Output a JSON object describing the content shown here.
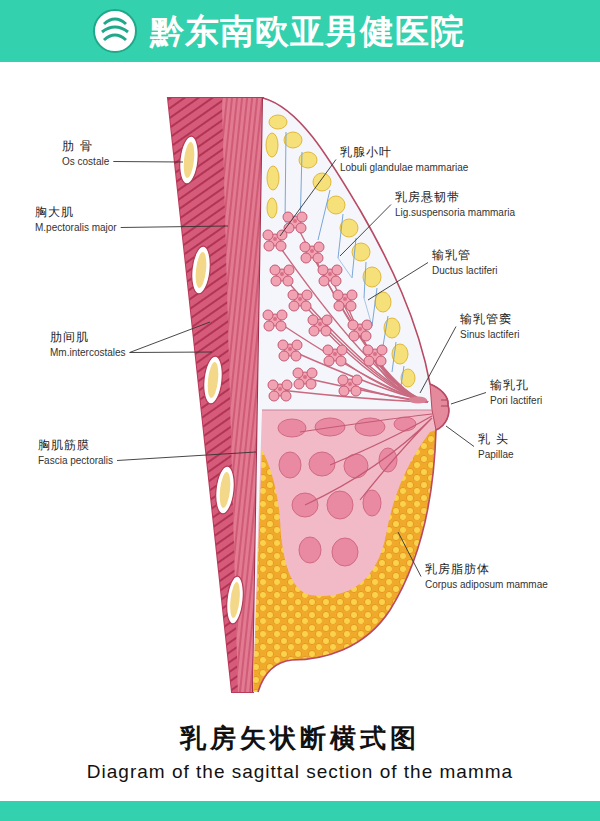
{
  "diagram": {
    "title": "乳房矢状断横式图",
    "caption": "Diagram of the sagittal section of the mamma",
    "nodes": [
      {
        "text": [
          "黔东南欧亚男健医院"
        ]
      }
    ],
    "labels": [
      "肋 骨",
      "Os costale",
      "胸大肌",
      "M.pectoralis major",
      "肋间肌",
      "Mm.intercostales",
      "胸肌筋膜",
      "Fascia pectoralis",
      "乳腺小叶",
      "Lobuli glandulae mammariae",
      "乳房悬韧带",
      "Lig.suspensoria mammaria",
      "输乳管",
      "Ductus lactiferi",
      "输乳管窦",
      "Sinus lactiferi",
      "输乳孔",
      "Pori lactiferi",
      "乳 头",
      "Papillae",
      "乳房脂肪体",
      "Corpus adiposum mammae"
    ]
  }
}
